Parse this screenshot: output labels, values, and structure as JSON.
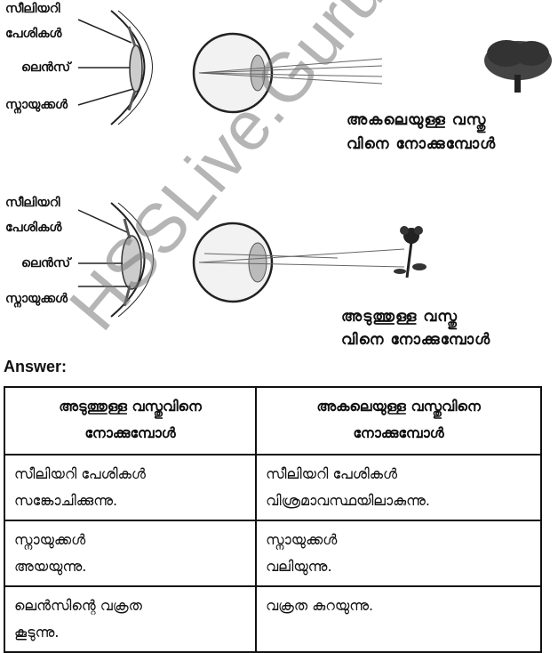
{
  "diagram_top": {
    "labels": [
      "സീലിയറി",
      "പേശികൾ",
      "ലെൻസ്",
      "സ്നായുക്കൾ"
    ],
    "caption_line1": "അകലെയുള്ള വസ്തു",
    "caption_line2": "വിനെ നോക്കുമ്പോൾ"
  },
  "diagram_bottom": {
    "labels": [
      "സീലിയറി",
      "പേശികൾ",
      "ലെൻസ്",
      "സ്നായുക്കൾ"
    ],
    "caption_line1": "അടുത്തുള്ള വസ്തു",
    "caption_line2": "വിനെ നോക്കുമ്പോൾ"
  },
  "answer_heading": "Answer:",
  "table": {
    "headers": [
      [
        "അടുത്തുള്ള വസ്തുവിനെ",
        "നോക്കുമ്പോൾ"
      ],
      [
        "അകലെയുള്ള വസ്തുവിനെ",
        "നോക്കുമ്പോൾ"
      ]
    ],
    "rows": [
      [
        [
          "സീലിയറി പേശികൾ",
          "സങ്കോചിക്കുന്നു."
        ],
        [
          "സീലിയറി പേശികൾ",
          "വിശ്രമാവസ്ഥയിലാകുന്നു."
        ]
      ],
      [
        [
          "സ്നായുക്കൾ",
          "അയയുന്നു."
        ],
        [
          "സ്നായുക്കൾ",
          "വലിയുന്നു."
        ]
      ],
      [
        [
          "ലെൻസിന്റെ വക്രത",
          "കൂടുന്നു."
        ],
        [
          "വക്രത കുറയുന്നു.",
          ""
        ]
      ]
    ]
  },
  "watermark": "HSSLive.Guru"
}
